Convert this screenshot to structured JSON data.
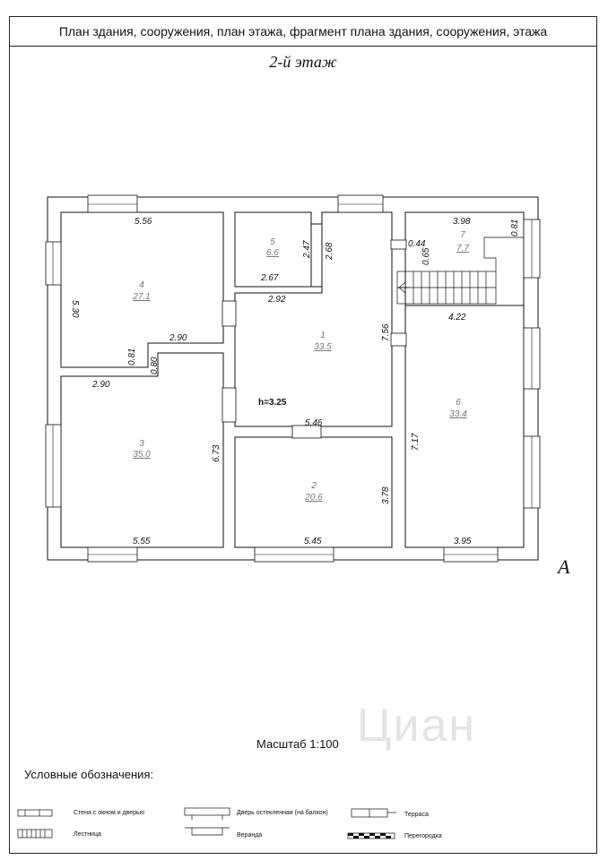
{
  "header": {
    "title": "План здания, сооружения, план этажа, фрагмент плана здания, сооружения, этажа"
  },
  "floor_label": "2-й этаж",
  "section_letter": "А",
  "height_label": "h=3.25",
  "scale_label": "Масштаб 1:100",
  "watermark": "Циан",
  "rooms": [
    {
      "num": "1",
      "area": "33.5"
    },
    {
      "num": "2",
      "area": "20.6"
    },
    {
      "num": "3",
      "area": "35.0"
    },
    {
      "num": "4",
      "area": "27.1"
    },
    {
      "num": "5",
      "area": "6.6"
    },
    {
      "num": "6",
      "area": "33.4"
    },
    {
      "num": "7",
      "area": "7.7"
    }
  ],
  "dims": {
    "r4_top": "5.56",
    "r4_left": "5.30",
    "r4_bottom": "2.90",
    "step_a": "0.81",
    "step_b": "0.80",
    "r3_top": "2.90",
    "r3_right": "6.73",
    "r3_bottom": "5.55",
    "r5_w_inner": "2.67",
    "r5_h_a": "2.47",
    "r5_h_b": "2.68",
    "r5_w_outer": "2.92",
    "r7_top": "3.98",
    "r7_right": "0.81",
    "r7_a": "0.44",
    "r7_b": "0.65",
    "stair_bottom": "4.22",
    "r1_right": "7.56",
    "r1_bottom": "5.46",
    "r2_right": "3.78",
    "r2_bottom": "5.45",
    "r6_left": "7.17",
    "r6_bottom": "3.95"
  },
  "legend": {
    "title": "Условные обозначения:",
    "items": [
      "Стена с окном и дверью",
      "Дверь остекленная (на балкон)",
      "Терраса",
      "Лестница",
      "Веранда",
      "Перегородка"
    ]
  }
}
